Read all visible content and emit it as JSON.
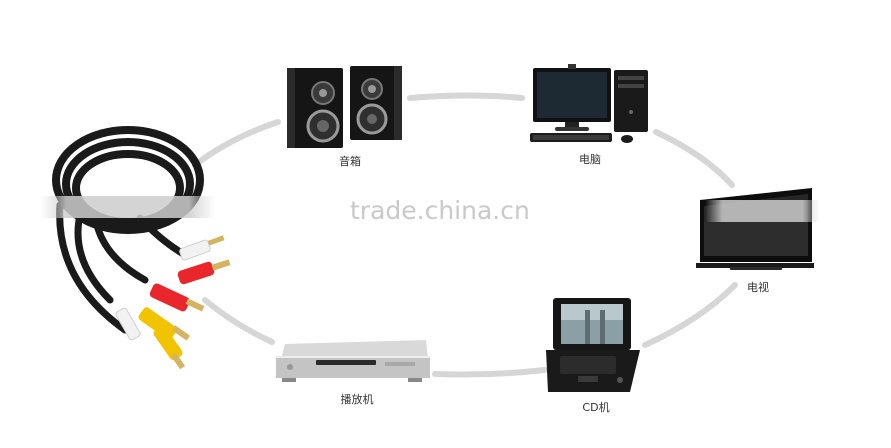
{
  "watermark": "trade.china.cn",
  "devices": {
    "speakers": {
      "label": "音箱",
      "icon": "speakers-icon"
    },
    "computer": {
      "label": "电脑",
      "icon": "desktop-computer-icon"
    },
    "tv": {
      "label": "电视",
      "icon": "flat-tv-icon"
    },
    "cd_player": {
      "label": "CD机",
      "icon": "portable-dvd-player-icon"
    },
    "player": {
      "label": "播放机",
      "icon": "dvd-player-icon"
    }
  },
  "cable": {
    "icon": "rca-av-cable-icon"
  },
  "colors": {
    "ring": "#d6d6d6",
    "rca_red": "#e8262b",
    "rca_yellow": "#f2c400",
    "rca_white": "#f2f2f2",
    "cable_black": "#1a1a1a"
  }
}
